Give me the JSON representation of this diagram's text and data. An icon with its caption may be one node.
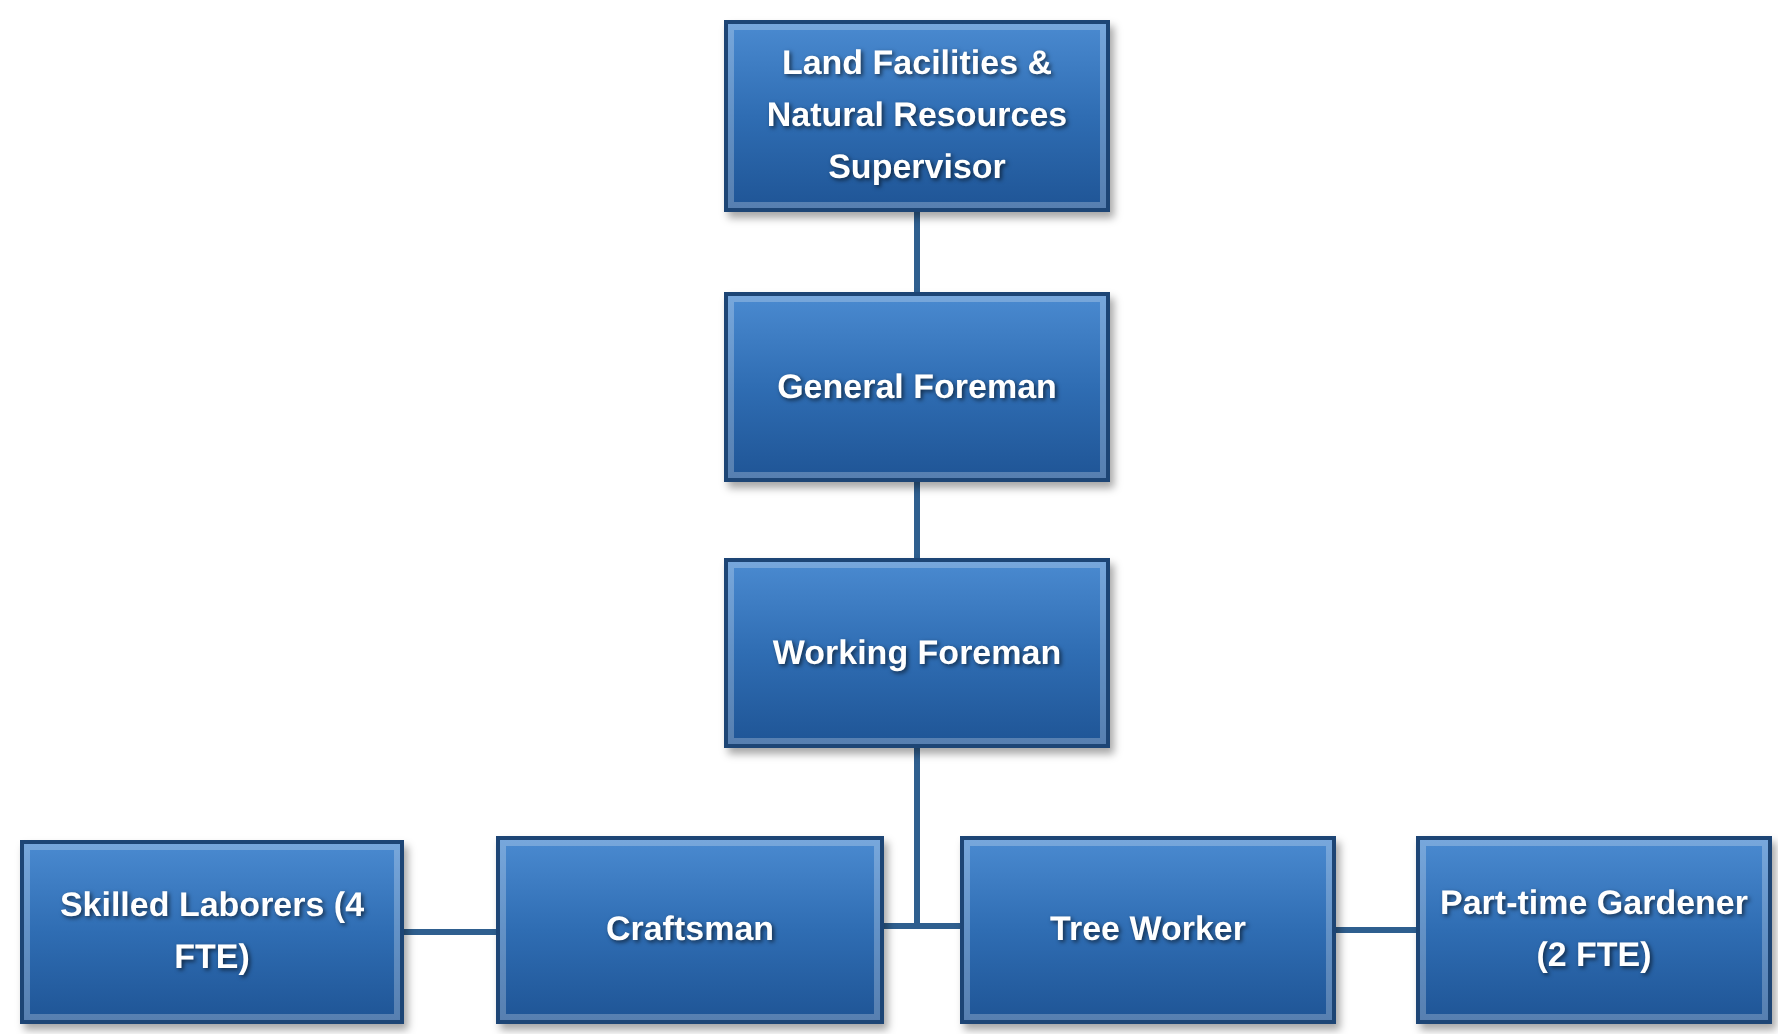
{
  "diagram": {
    "nodes": [
      {
        "text": [
          "Land Facilities & Natural Resources Supervisor"
        ]
      },
      {
        "text": [
          "General Foreman"
        ]
      },
      {
        "text": [
          "Working Foreman"
        ]
      },
      {
        "text": [
          "Skilled Laborers (4 FTE)"
        ]
      },
      {
        "text": [
          "Craftsman"
        ]
      },
      {
        "text": [
          "Tree Worker"
        ]
      },
      {
        "text": [
          "Part-time Gardener (2 FTE)"
        ]
      }
    ],
    "edges": [
      {
        "from": 0,
        "to": 1,
        "arrow": "none"
      },
      {
        "from": 1,
        "to": 2,
        "arrow": "none"
      },
      {
        "from": 2,
        "to": 4,
        "arrow": "none"
      },
      {
        "from": 2,
        "to": 5,
        "arrow": "none"
      },
      {
        "from": 4,
        "to": 3,
        "arrow": "none"
      },
      {
        "from": 5,
        "to": 6,
        "arrow": "none"
      }
    ]
  }
}
